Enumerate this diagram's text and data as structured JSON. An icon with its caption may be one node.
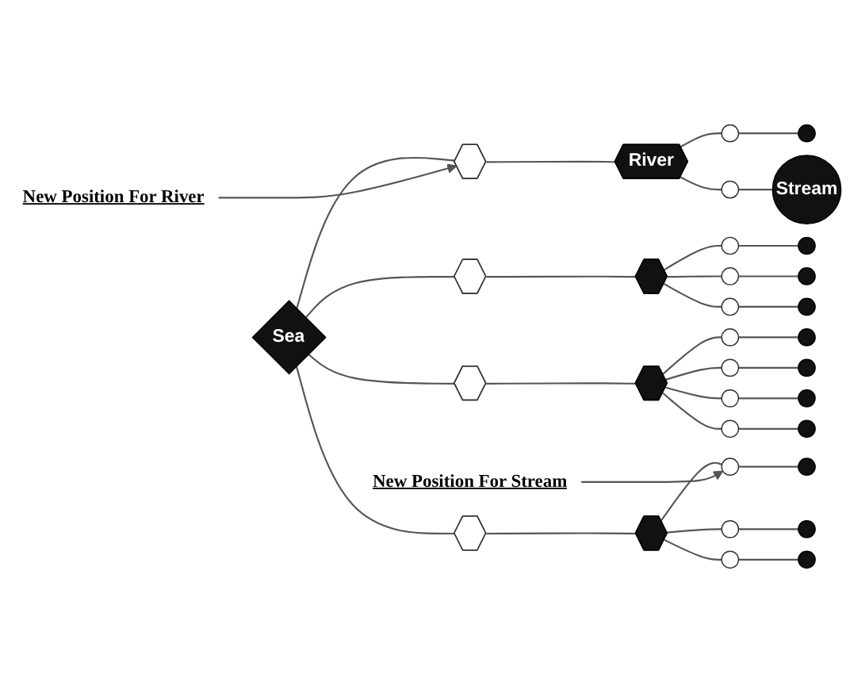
{
  "diagram": {
    "nodes": [
      {
        "text": [
          "Sea"
        ]
      },
      {
        "text": [],
        "shape": "star"
      },
      {
        "text": [],
        "shape": "star"
      },
      {
        "text": [],
        "shape": "circle"
      },
      {
        "text": [],
        "shape": "circle"
      },
      {
        "text": [],
        "shape": "circle"
      },
      {
        "text": [],
        "shape": "circle"
      },
      {
        "text": [],
        "shape": "circle"
      },
      {
        "text": [],
        "shape": "circle"
      },
      {
        "text": [],
        "shape": "star"
      },
      {
        "text": [],
        "shape": "star"
      },
      {
        "text": [],
        "shape": "circle"
      },
      {
        "text": [],
        "shape": "circle"
      },
      {
        "text": [],
        "shape": "circle"
      },
      {
        "text": [],
        "shape": "circle"
      },
      {
        "text": [],
        "shape": "circle"
      },
      {
        "text": [],
        "shape": "circle"
      },
      {
        "text": [],
        "shape": "circle"
      },
      {
        "text": [],
        "shape": "circle"
      },
      {
        "text": [],
        "shape": "star"
      },
      {
        "text": [],
        "shape": "star"
      },
      {
        "text": [],
        "shape": "circle"
      },
      {
        "text": [],
        "shape": "circle"
      },
      {
        "text": [],
        "shape": "circle"
      },
      {
        "text": [],
        "shape": "circle"
      },
      {
        "text": [],
        "shape": "circle"
      },
      {
        "text": [],
        "shape": "circle"
      },
      {
        "text": [],
        "shape": "star"
      },
      {
        "text": [
          "River"
        ]
      },
      {
        "text": [],
        "shape": "circle"
      },
      {
        "text": [],
        "shape": "circle"
      },
      {
        "text": [],
        "shape": "circle"
      },
      {
        "text": [
          "Stream"
        ]
      },
      {
        "text": [
          "New Position For Stream"
        ]
      },
      {
        "text": [
          "New Position For River"
        ]
      }
    ],
    "edges": [
      {
        "from": 0,
        "to": 1,
        "arrow": "none"
      },
      {
        "from": 1,
        "to": 2,
        "arrow": "none"
      },
      {
        "from": 2,
        "to": 3,
        "arrow": "none"
      },
      {
        "from": 3,
        "to": 4,
        "arrow": "none"
      },
      {
        "from": 2,
        "to": 5,
        "arrow": "none"
      },
      {
        "from": 5,
        "to": 6,
        "arrow": "none"
      },
      {
        "from": 2,
        "to": 7,
        "arrow": "none"
      },
      {
        "from": 7,
        "to": 8,
        "arrow": "none"
      },
      {
        "from": 0,
        "to": 9,
        "arrow": "none"
      },
      {
        "from": 9,
        "to": 10,
        "arrow": "none"
      },
      {
        "from": 10,
        "to": 11,
        "arrow": "none"
      },
      {
        "from": 11,
        "to": 12,
        "arrow": "none"
      },
      {
        "from": 10,
        "to": 13,
        "arrow": "none"
      },
      {
        "from": 13,
        "to": 14,
        "arrow": "none"
      },
      {
        "from": 10,
        "to": 15,
        "arrow": "none"
      },
      {
        "from": 15,
        "to": 16,
        "arrow": "none"
      },
      {
        "from": 10,
        "to": 17,
        "arrow": "none"
      },
      {
        "from": 17,
        "to": 18,
        "arrow": "none"
      },
      {
        "from": 0,
        "to": 19,
        "arrow": "none"
      },
      {
        "from": 19,
        "to": 20,
        "arrow": "none"
      },
      {
        "from": 20,
        "to": 21,
        "arrow": "none"
      },
      {
        "from": 21,
        "to": 22,
        "arrow": "none"
      },
      {
        "from": 20,
        "to": 23,
        "arrow": "none"
      },
      {
        "from": 23,
        "to": 24,
        "arrow": "none"
      },
      {
        "from": 20,
        "to": 25,
        "arrow": "none"
      },
      {
        "from": 25,
        "to": 26,
        "arrow": "none"
      },
      {
        "from": 0,
        "to": 27,
        "arrow": "none"
      },
      {
        "from": 27,
        "to": 28,
        "arrow": "none"
      },
      {
        "from": 28,
        "to": 29,
        "arrow": "none"
      },
      {
        "from": 29,
        "to": 30,
        "arrow": "none"
      },
      {
        "from": 28,
        "to": 31,
        "arrow": "none"
      },
      {
        "from": 31,
        "to": 32,
        "arrow": "none"
      },
      {
        "from": 33,
        "to": 21,
        "arrow": "to"
      },
      {
        "from": 34,
        "to": 27,
        "arrow": "to"
      }
    ]
  }
}
